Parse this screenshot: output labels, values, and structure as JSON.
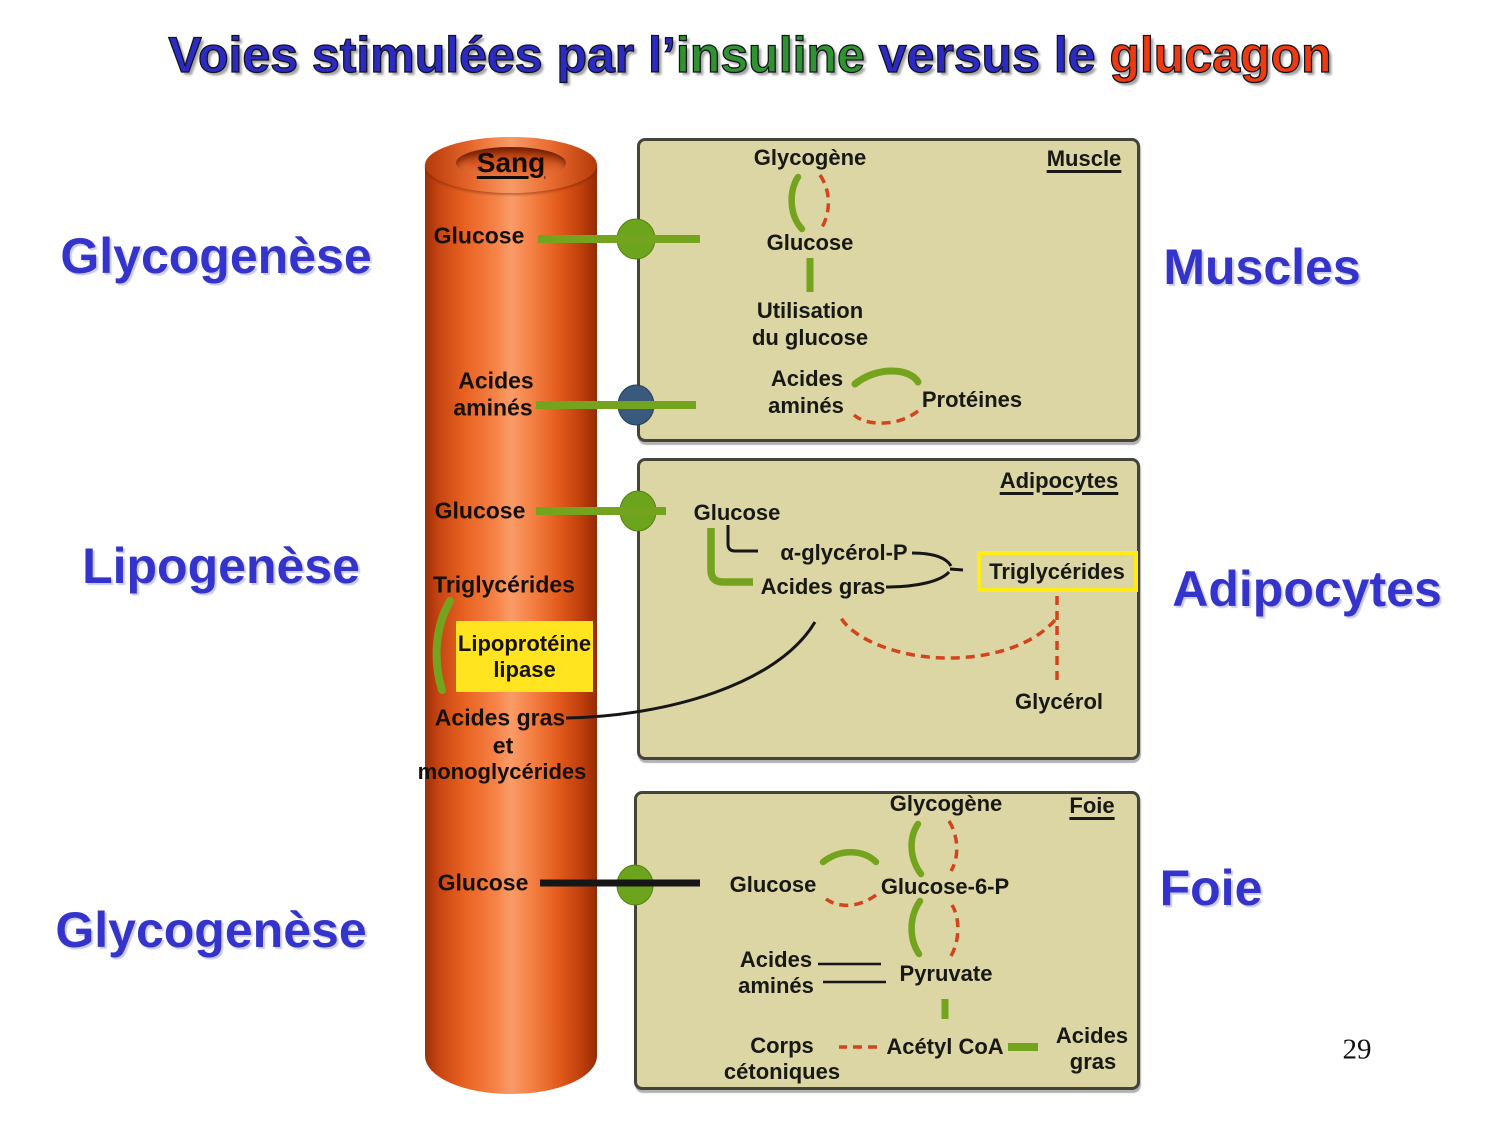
{
  "slide": {
    "title": {
      "part1": "Voies stimulées par l’",
      "part2": "insuline",
      "part3": " versus le ",
      "part4": "glucagon"
    },
    "page_number": "29"
  },
  "side_labels": {
    "glycogenese_top": "Glycogenèse",
    "lipogenese": "Lipogenèse",
    "glycogenese_bottom": "Glycogenèse",
    "muscles": "Muscles",
    "adipocytes": "Adipocytes",
    "foie": "Foie"
  },
  "vessel": {
    "title": "Sang",
    "glucose_muscle": "Glucose",
    "acides_amines_l1": "Acides",
    "acides_amines_l2": "aminés",
    "glucose_adipo": "Glucose",
    "triglycerides": "Triglycérides",
    "lipase_l1": "Lipoprotéine",
    "lipase_l2": "lipase",
    "acides_gras": "Acides gras",
    "et": "et",
    "monoglycerides": "monoglycérides",
    "glucose_foie": "Glucose"
  },
  "muscle_panel": {
    "title": "Muscle",
    "glycogene": "Glycogène",
    "glucose": "Glucose",
    "utilisation_l1": "Utilisation",
    "utilisation_l2": "du glucose",
    "acides_l1": "Acides",
    "acides_l2": "aminés",
    "proteines": "Protéines"
  },
  "adipocytes_panel": {
    "title": "Adipocytes",
    "glucose": "Glucose",
    "alpha_glycerol_p": "α-glycérol-P",
    "acides_gras": "Acides gras",
    "triglycerides": "Triglycérides",
    "glycerol": "Glycérol"
  },
  "foie_panel": {
    "title": "Foie",
    "glycogene": "Glycogène",
    "glucose": "Glucose",
    "glucose_6_p": "Glucose-6-P",
    "acides_l1": "Acides",
    "acides_l2": "aminés",
    "pyruvate": "Pyruvate",
    "acetyl_coa": "Acétyl CoA",
    "corps_l1": "Corps",
    "corps_l2": "cétoniques",
    "acides_gras_l1": "Acides",
    "acides_gras_l2": "gras"
  },
  "colors": {
    "title_blue": "#2b2bc4",
    "title_green": "#2f9331",
    "title_red": "#ed3a10",
    "side_label_blue": "#3434cc",
    "vessel_orange": "#e05a20",
    "panel_beige": "#dcd5a4",
    "arrow_green": "#74a41e",
    "arrow_red": "#d2451c",
    "arrow_black": "#161616",
    "highlight_yellow": "#ffe41f",
    "transporter_green": "#6da41e",
    "transporter_blue": "#39597d"
  }
}
